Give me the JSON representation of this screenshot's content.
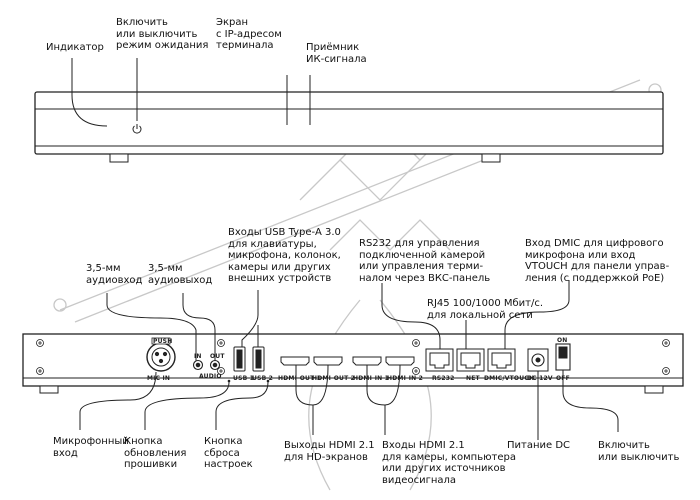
{
  "front": {
    "indicator": "Индикатор",
    "power_toggle": "Включить\nили выключить\nрежим ожидания",
    "screen": "Экран\nс IP-адресом\nтерминала",
    "ir_receiver": "Приёмник\nИК-сигнала"
  },
  "back_top": {
    "audio_in": "3,5-мм\nаудиовход",
    "audio_out": "3,5-мм\nаудиовыход",
    "usb": "Входы USB Type-A 3.0\nдля клавиатуры,\nмикрофона, колонок,\nкамеры или других\nвнешних устройств",
    "rs232": "RS232 для управления\nподключенной камерой\nили управления терми-\nналом через ВКС-панель",
    "dmic": "Вход DMIC для цифрового\nмикрофона или вход\nVTOUCH для панели управ-\nления (с поддержкой PoE)",
    "rj45": "RJ45 100/1000 Мбит/с.\nдля локальной сети"
  },
  "back_bottom": {
    "mic": "Микрофонный\nвход",
    "firmware": "Кнопка\nобновления\nпрошивки",
    "reset": "Кнопка\nсброса\nнастроек",
    "hdmi_out": "Выходы HDMI 2.1\nдля HD-экранов",
    "hdmi_in": "Входы HDMI 2.1\nдля камеры, компьютера\nили других источников\nвидеосигнала",
    "dc": "Питание DC",
    "switch": "Включить\nили выключить"
  },
  "panel_labels": {
    "push": "PUSH",
    "mic_in": "MIC IN",
    "in": "IN",
    "out": "OUT",
    "audio": "AUDIO",
    "usb1": "USB 1",
    "usb2": "USB 2",
    "hdmi_out1": "HDMI-OUT 1",
    "hdmi_out2": "HDMI-OUT 2",
    "hdmi_in1": "HDMI-IN 1",
    "hdmi_in2": "HDMI-IN 2",
    "rs232": "RS232",
    "net": "NET",
    "dmic": "DMIC/VTOUCH",
    "dc12v": "DC 12V",
    "on": "ON",
    "off": "OFF"
  }
}
